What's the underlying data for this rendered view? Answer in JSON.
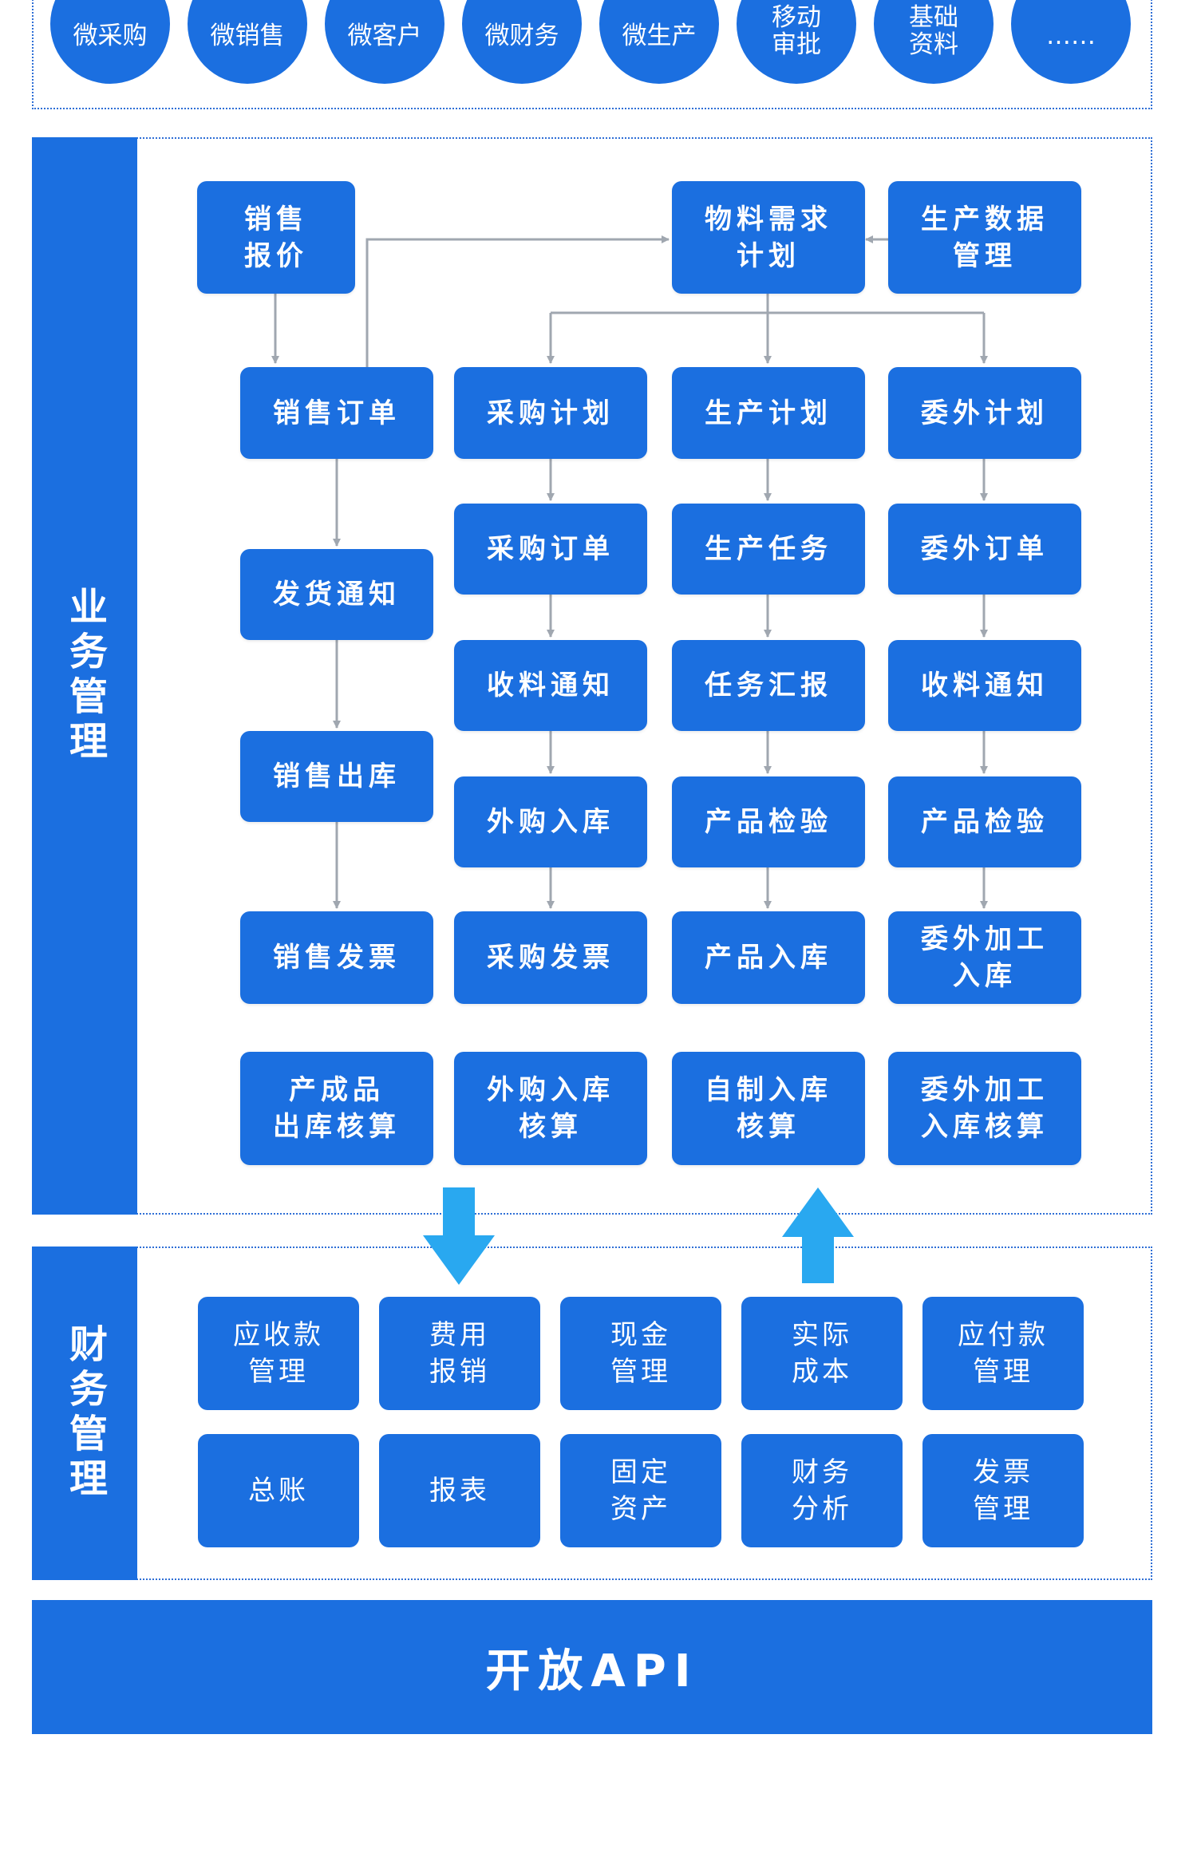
{
  "colors": {
    "node": "#1b6fe0",
    "frame": "#2f6fd6",
    "connector": "#a0a7b0",
    "flow_arrow": "#29a8f0"
  },
  "mobile": {
    "items": [
      "微采购",
      "微销售",
      "微客户",
      "微财务",
      "微生产",
      "移动\n审批",
      "基础\n资料",
      "……"
    ]
  },
  "business": {
    "label": "业务管理",
    "nodes": {
      "sales_quote": "销售\n报价",
      "mrp": "物料需求\n计划",
      "production_data": "生产数据\n管理",
      "sales_order": "销售订单",
      "purchase_plan": "采购计划",
      "production_plan": "生产计划",
      "outsource_plan": "委外计划",
      "shipping_notice": "发货通知",
      "purchase_order": "采购订单",
      "production_task": "生产任务",
      "outsource_order": "委外订单",
      "receiving_notice_p": "收料通知",
      "task_report": "任务汇报",
      "receiving_notice_o": "收料通知",
      "sales_outbound": "销售出库",
      "purchase_inbound": "外购入库",
      "product_inspection_p": "产品检验",
      "product_inspection_o": "产品检验",
      "sales_invoice": "销售发票",
      "purchase_invoice": "采购发票",
      "product_inbound": "产品入库",
      "outsource_inbound": "委外加工\n入库",
      "finished_cost": "产成品\n出库核算",
      "purchase_cost": "外购入库\n核算",
      "selfmade_cost": "自制入库\n核算",
      "outsource_cost": "委外加工\n入库核算"
    }
  },
  "finance": {
    "label": "财务管理",
    "nodes": {
      "ar": "应收款\n管理",
      "expense": "费用\n报销",
      "cash": "现金\n管理",
      "actual_cost": "实际\n成本",
      "ap": "应付款\n管理",
      "ledger": "总账",
      "reports": "报表",
      "fixed_assets": "固定\n资产",
      "analysis": "财务\n分析",
      "invoice_mgmt": "发票\n管理"
    }
  },
  "api": {
    "label": "开放API"
  }
}
